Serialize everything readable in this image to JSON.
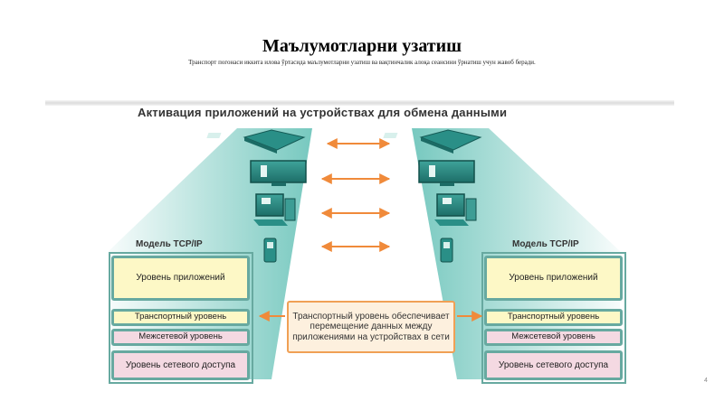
{
  "slide": {
    "title": "Маълумотларни узатиш",
    "subtitle": "Транспорт погонаси иккита илова ўртасида маълумотларни узатиш ва вақтинчалик алоқа сеансини ўрнатиш учун жавоб беради.",
    "page_number": "4"
  },
  "diagram": {
    "title": "Активация приложений на устройствах для обмена данными",
    "devices": [
      "ip-phone",
      "monitor",
      "desktop-computer",
      "mobile-phone"
    ],
    "left_model": {
      "label": "Модель TCP/IP",
      "layers": [
        "Уровень приложений",
        "Транспортный уровень",
        "Межсетевой уровень",
        "Уровень сетевого доступа"
      ]
    },
    "right_model": {
      "label": "Модель TCP/IP",
      "layers": [
        "Уровень приложений",
        "Транспортный уровень",
        "Межсетевой уровень",
        "Уровень сетевого доступа"
      ]
    },
    "note": "Транспортный уровень обеспечивает перемещение данных между приложениями на устройствах в сети",
    "colors": {
      "teal": "#67a9a0",
      "arrow": "#f08a3a",
      "application_layer": "#fdf8c6",
      "network_access_layer": "#f4d9e2"
    }
  }
}
